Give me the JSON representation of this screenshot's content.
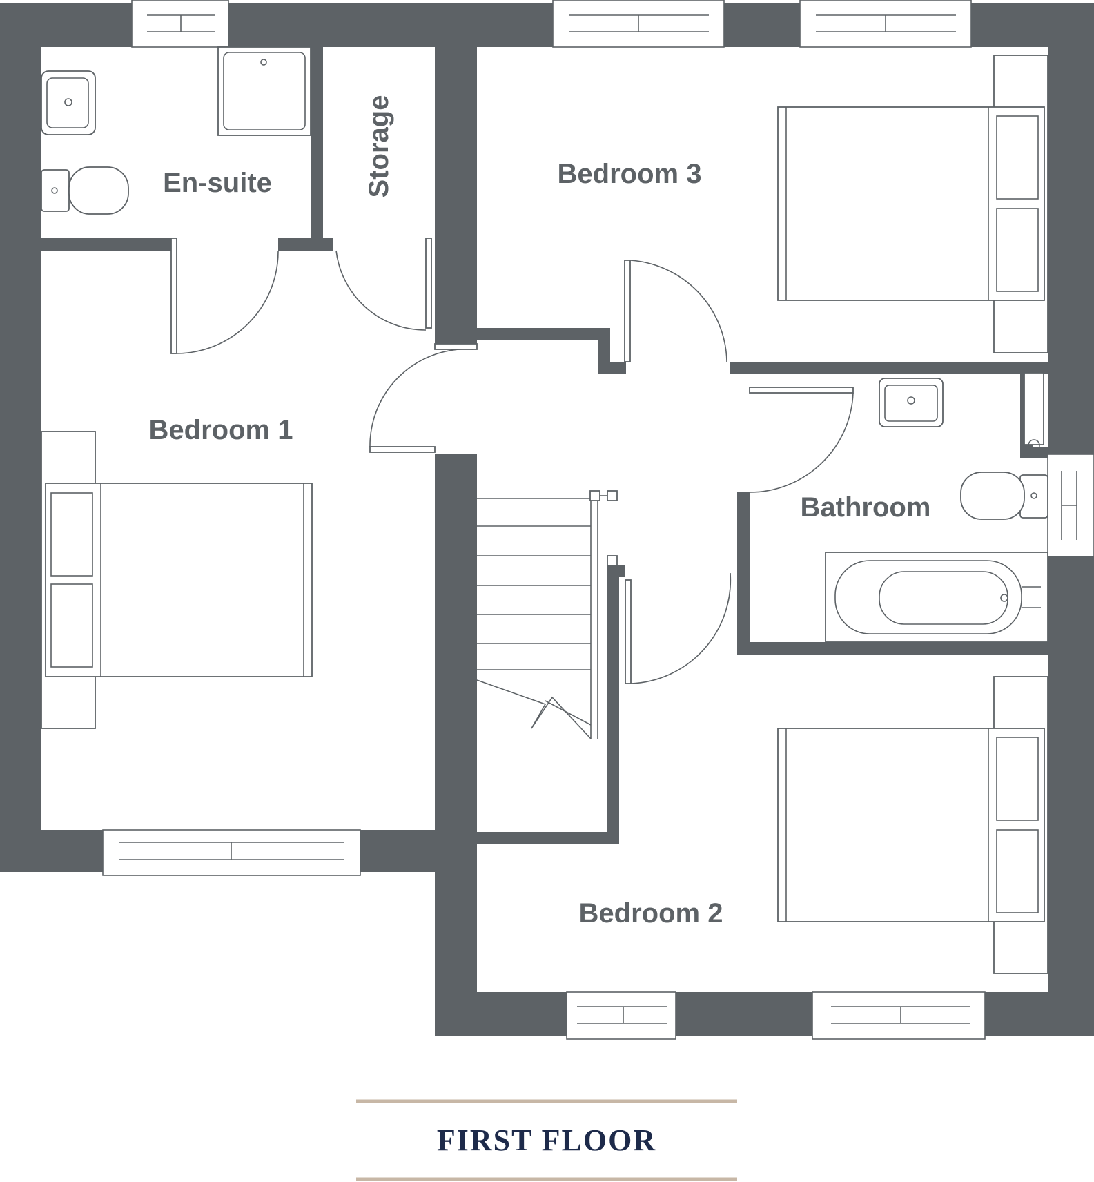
{
  "rooms": {
    "en_suite": "En-suite",
    "storage": "Storage",
    "bedroom_1": "Bedroom 1",
    "bedroom_2": "Bedroom 2",
    "bedroom_3": "Bedroom 3",
    "bathroom": "Bathroom"
  },
  "floor_title": "FIRST FLOOR",
  "colors": {
    "wall": "#5d6266",
    "label": "#5d6266",
    "title": "#1d2a4a",
    "rule": "#c7b7a6"
  }
}
